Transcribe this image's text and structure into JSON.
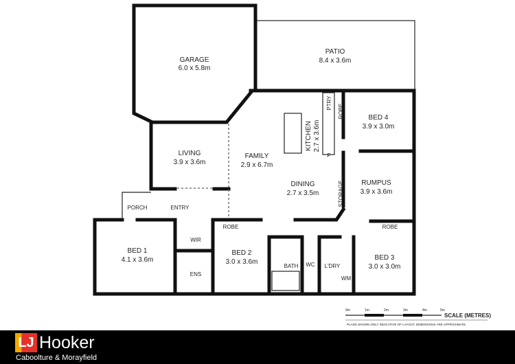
{
  "rooms": {
    "garage": {
      "name": "GARAGE",
      "size": "6.0 x 5.8m"
    },
    "patio": {
      "name": "PATIO",
      "size": "8.4 x 3.6m"
    },
    "living": {
      "name": "LIVING",
      "size": "3.9 x 3.6m"
    },
    "family": {
      "name": "FAMILY",
      "size": "2.9 x 6.7m"
    },
    "kitchen": {
      "name": "KITCHEN",
      "size": "2.7 x 3.6m"
    },
    "bed4": {
      "name": "BED 4",
      "size": "3.9 x 3.0m"
    },
    "dining": {
      "name": "DINING",
      "size": "2.7 x 3.5m"
    },
    "rumpus": {
      "name": "RUMPUS",
      "size": "3.9 x 3.6m"
    },
    "bed1": {
      "name": "BED 1",
      "size": "4.1 x 3.6m"
    },
    "bed2": {
      "name": "BED 2",
      "size": "3.0 x 3.6m"
    },
    "bed3": {
      "name": "BED 3",
      "size": "3.0 x 3.0m"
    }
  },
  "labels": {
    "porch": "PORCH",
    "entry": "ENTRY",
    "wir": "WIR",
    "ens": "ENS",
    "robe": "ROBE",
    "ptry": "PTRY",
    "fridge": "F",
    "storage": "STORAGE",
    "bath": "BATH",
    "wc": "WC",
    "laundry": "L'DRY",
    "wm": "WM"
  },
  "scale": {
    "ticks": [
      "0m",
      "1m",
      "2m",
      "3m",
      "4m",
      "5m"
    ],
    "title": "SCALE (METRES)",
    "disclaimer": "PLANS SHOWN ONLY INDICATIVE OF LAYOUT.  DIMENSIONS ARE APPROXIMATE."
  },
  "footer": {
    "logo_mark": "LJ",
    "brand": "Hooker",
    "office": "Caboolture & Morayfield",
    "colors": {
      "orange": "#f6a800",
      "red": "#e4322b",
      "background": "#000000"
    }
  }
}
